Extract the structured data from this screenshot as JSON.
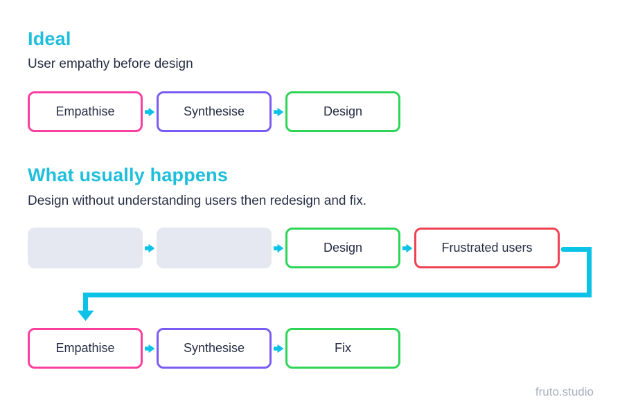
{
  "ideal": {
    "title": "Ideal",
    "subtitle": "User empathy before design",
    "boxes": [
      {
        "label": "Empathise",
        "style": "pink"
      },
      {
        "label": "Synthesise",
        "style": "purple"
      },
      {
        "label": "Design",
        "style": "green"
      }
    ]
  },
  "usual": {
    "title": "What usually happens",
    "subtitle": "Design without understanding users then redesign and fix.",
    "row1": [
      {
        "label": "",
        "style": "placeholder"
      },
      {
        "label": "",
        "style": "placeholder"
      },
      {
        "label": "Design",
        "style": "green"
      },
      {
        "label": "Frustrated users",
        "style": "red"
      }
    ],
    "row2": [
      {
        "label": "Empathise",
        "style": "pink"
      },
      {
        "label": "Synthesise",
        "style": "purple"
      },
      {
        "label": "Fix",
        "style": "green"
      }
    ]
  },
  "footer": {
    "watermark": "fruto.studio"
  },
  "colors": {
    "heading_cyan": "#1FBFDC",
    "arrow_cyan": "#0BC2E7",
    "box_pink": "#FA3F9E",
    "box_purple": "#7A5CF5",
    "box_green": "#2ED456",
    "box_red": "#EF4150",
    "placeholder_fill": "#E5E8F0",
    "text_dark": "#252D43",
    "watermark_gray": "#A9AFBC"
  }
}
